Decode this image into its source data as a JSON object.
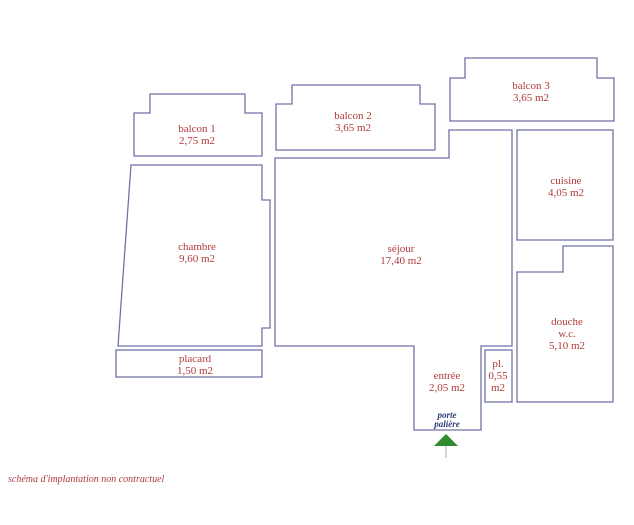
{
  "plan": {
    "rooms": [
      {
        "id": "balcon1",
        "name": "balcon 1",
        "area": "2,75 m2"
      },
      {
        "id": "balcon2",
        "name": "balcon 2",
        "area": "3,65 m2"
      },
      {
        "id": "balcon3",
        "name": "balcon 3",
        "area": "3,65 m2"
      },
      {
        "id": "chambre",
        "name": "chambre",
        "area": "9,60 m2"
      },
      {
        "id": "placard",
        "name": "placard",
        "area": "1,50 m2"
      },
      {
        "id": "sejour",
        "name": "séjour",
        "area": "17,40 m2"
      },
      {
        "id": "cuisine",
        "name": "cuisine",
        "area": "4,05 m2"
      },
      {
        "id": "douche",
        "name": "douche",
        "name2": "w.c.",
        "area": "5,10 m2"
      },
      {
        "id": "entree",
        "name": "entrée",
        "area": "2,05 m2"
      },
      {
        "id": "placard2",
        "name": "pl.",
        "area_value": "0,55",
        "area_unit": "m2"
      }
    ],
    "door": {
      "line1": "porte",
      "line2": "palière"
    },
    "caption": "schéma d'implantation non contractuel",
    "colors": {
      "walls": "#6f72a8",
      "labels": "#b03a3a",
      "door_label": "#2a3a7a",
      "entrance_arrow": "#2e8b2e"
    }
  }
}
